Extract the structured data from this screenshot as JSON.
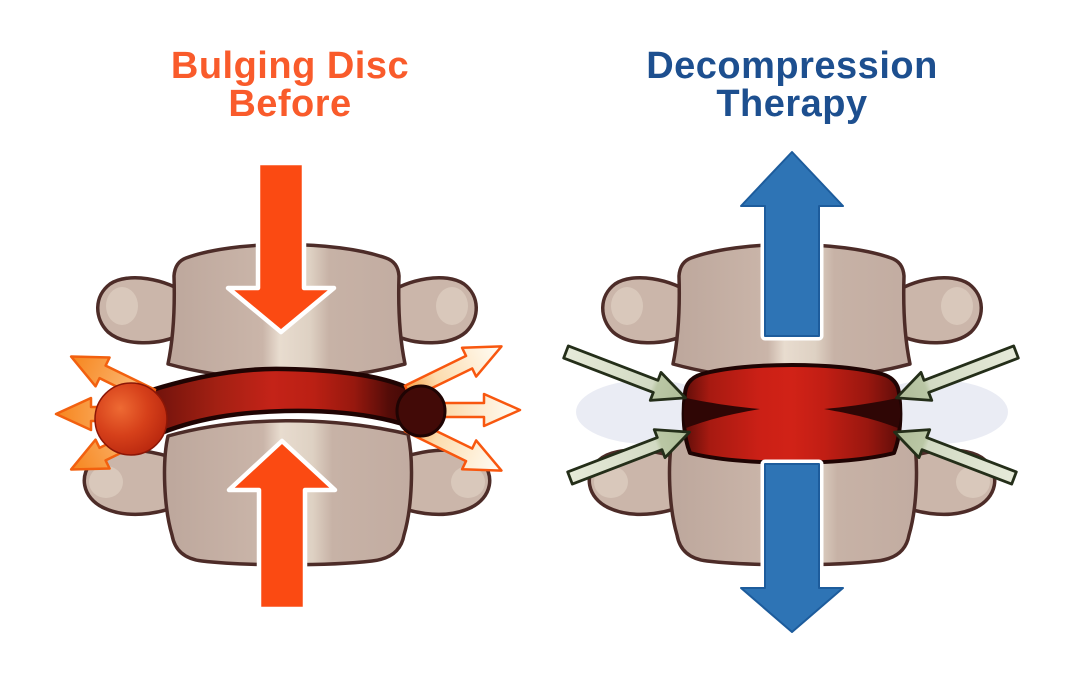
{
  "diagram": {
    "left_panel": {
      "title_line1": "Bulging Disc",
      "title_line2": "Before",
      "title_color": "#f95b2b"
    },
    "right_panel": {
      "title_line1": "Decompression",
      "title_line2": "Therapy",
      "title_color": "#1d4f8f"
    }
  },
  "colors": {
    "background": "#ffffff",
    "compression_arrow": "#fb4a12",
    "arrow_halo": "#ffffff",
    "traction_arrow": "#2e74b5",
    "traction_arrow_edge": "#1d5c9c",
    "out_arrow_stroke_left": "#f2600f",
    "out_arrow_stroke_right": "#f8570f",
    "in_arrow_stroke": "#242e19",
    "vertebra_outline": "#4d2c28",
    "disc_edge": "#1f0403",
    "disc_bright_red": "#c42318",
    "disc_dark_red": "#2f0605",
    "disc_cap": "#420a07",
    "bulge_red": "#d6401a",
    "glow_blue": "#e3e6f0"
  },
  "icons": {
    "compression_down_arrow": "thick-down-arrow",
    "compression_up_arrow": "thick-up-arrow",
    "bulge_out_arrows": "radiating-outward-arrows",
    "traction_up_arrow": "thick-up-arrow",
    "traction_down_arrow": "thick-down-arrow",
    "decompression_in_arrows": "thin-inward-arrows"
  }
}
